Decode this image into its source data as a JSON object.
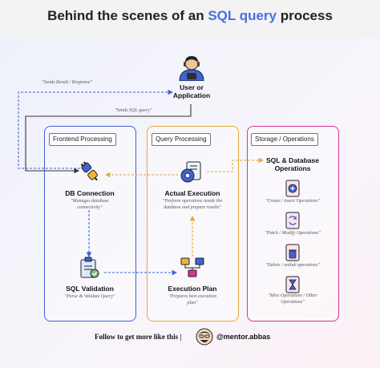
{
  "header": {
    "title_prefix": "Behind the scenes of an ",
    "title_highlight": "SQL query",
    "title_suffix": " process"
  },
  "actor": {
    "label_line1": "User or",
    "label_line2": "Application"
  },
  "edges": {
    "sends_result": "\"Sends Result / Response\"",
    "sends_query": "\"Sends SQL query\""
  },
  "panels": {
    "frontend": "Frontend Processing",
    "query": "Query Processing",
    "storage": "Storage / Operations"
  },
  "nodes": {
    "db_connection": {
      "title": "DB Connection",
      "sub1": "\"Manages database",
      "sub2": "connectivity\""
    },
    "sql_validation": {
      "title": "SQL Validation",
      "sub1": "\"Parse & Validate Query\""
    },
    "actual_execution": {
      "title": "Actual Execution",
      "sub1": "\"Perform operations inside the",
      "sub2": "database and prepare results\""
    },
    "execution_plan": {
      "title": "Execution Plan",
      "sub1": "\"Prepares best execution",
      "sub2": "plan\""
    },
    "sql_db_ops": {
      "title1": "SQL  & Database",
      "title2": "Operations"
    },
    "create": {
      "sub1": "\"Create / insert Operations\""
    },
    "patch": {
      "sub1": "\"Patch / Modify Operations\""
    },
    "delete": {
      "sub1": "\"Delete / unlink operations\""
    },
    "misc": {
      "sub1": "\"Misc Operations / Other",
      "sub2": "Operations\""
    }
  },
  "footer": {
    "text": "Follow to get more like this |",
    "handle": "@mentor.abbas"
  },
  "colors": {
    "frontend": "#3f63d8",
    "query": "#e2aa3a",
    "storage": "#d6368f",
    "highlight": "#4a6ee0"
  }
}
